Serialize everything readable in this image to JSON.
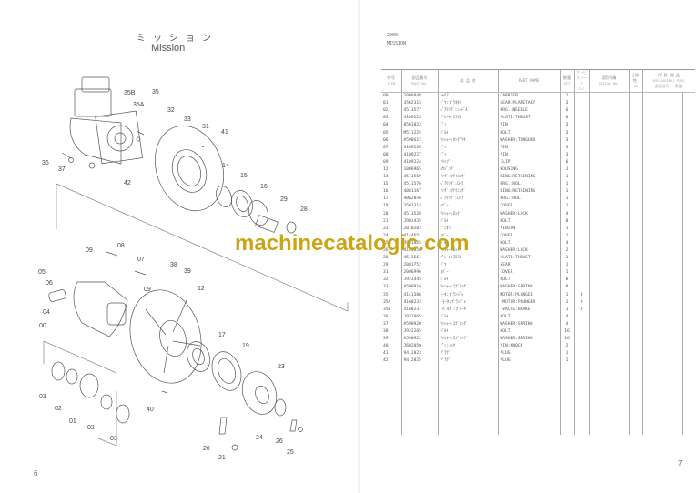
{
  "left_page": {
    "title_jp": "ミッション",
    "title_en": "Mission",
    "page_number": "6",
    "callouts": [
      "35",
      "35B",
      "35A",
      "32",
      "33",
      "31",
      "41",
      "36",
      "37",
      "42",
      "14",
      "15",
      "16",
      "29",
      "28",
      "09",
      "08",
      "07",
      "38",
      "39",
      "05",
      "06",
      "04",
      "00",
      "12",
      "03",
      "02",
      "01",
      "40",
      "17",
      "19",
      "23",
      "24",
      "26",
      "25",
      "20",
      "21"
    ]
  },
  "right_page": {
    "code": "2909",
    "section": "MISSION",
    "page_number": "7",
    "columns": {
      "item": {
        "jp": "符号",
        "en": "ITEM"
      },
      "part_no": {
        "jp": "部品番号",
        "en": "PART NO."
      },
      "jp_name": {
        "jp": "部 品 名",
        "en": ""
      },
      "part_name": {
        "jp": "",
        "en": "PART NAME"
      },
      "qty": {
        "jp": "数量",
        "en": "QTY"
      },
      "sc": {
        "jp": "サービスコード",
        "en": "S.C"
      },
      "serial": {
        "jp": "適用号機",
        "en": "SERIAL NO."
      },
      "ica": {
        "jp": "互換性",
        "en": "ICA"
      },
      "replace": {
        "jp": "代 替 部 品",
        "en": "REPLACEABLE PART"
      },
      "replace_part_no": {
        "jp": "部品番号",
        "en": "PART NO."
      },
      "replace_qty": {
        "jp": "数量",
        "en": "QTY"
      }
    },
    "rows": [
      {
        "item": "00",
        "part_no": "1006848",
        "jp_name": "ｷｬﾘｱ",
        "part_name": "CARRIER",
        "qty": "1",
        "sc": ""
      },
      {
        "item": "01",
        "part_no": "3502315",
        "jp_name": "ｷﾞﾔ:ﾌﾟﾗﾈﾀﾘ",
        "part_name": "GEAR:PLANETARY",
        "qty": "3",
        "sc": ""
      },
      {
        "item": "02",
        "part_no": "4511577",
        "jp_name": "ﾍﾞｱﾘﾝｸﾞ:ﾆｰﾄﾞﾙ",
        "part_name": "BRG.:NEEDLE",
        "qty": "6",
        "sc": ""
      },
      {
        "item": "03",
        "part_no": "4109225",
        "jp_name": "ﾌﾟﾚｰﾄ:ｽﾗｽﾄ",
        "part_name": "PLATE:THRUST",
        "qty": "6",
        "sc": ""
      },
      {
        "item": "04",
        "part_no": "8501022",
        "jp_name": "ﾋﾟﾝ",
        "part_name": "PIN",
        "qty": "3",
        "sc": ""
      },
      {
        "item": "05",
        "part_no": "M511225",
        "jp_name": "ﾎﾞﾙﾄ",
        "part_name": "BOLT",
        "qty": "3",
        "sc": ""
      },
      {
        "item": "06",
        "part_no": "A590612",
        "jp_name": "ﾜｯｼｬｰ:ﾀﾝｸﾞﾂｷ",
        "part_name": "WASHER:TONGUED",
        "qty": "3",
        "sc": ""
      },
      {
        "item": "07",
        "part_no": "4109226",
        "jp_name": "ﾋﾟﾝ",
        "part_name": "PIN",
        "qty": "3",
        "sc": ""
      },
      {
        "item": "08",
        "part_no": "4109227",
        "jp_name": "ﾋﾟﾝ",
        "part_name": "PIN",
        "qty": "3",
        "sc": ""
      },
      {
        "item": "09",
        "part_no": "4109224",
        "jp_name": "ｸﾘｯﾌﾟ",
        "part_name": "CLIP",
        "qty": "6",
        "sc": ""
      },
      {
        "item": "12",
        "part_no": "1006965",
        "jp_name": "ﾊｳｼﾞﾝｸﾞ",
        "part_name": "HOUSING",
        "qty": "1",
        "sc": ""
      },
      {
        "item": "14",
        "part_no": "4511569",
        "jp_name": "ﾘﾝｸﾞ:ﾘﾃｲﾆﾝｸﾞ",
        "part_name": "RING:RETAINING",
        "qty": "1",
        "sc": ""
      },
      {
        "item": "15",
        "part_no": "4511576",
        "jp_name": "ﾍﾞｱﾘﾝｸﾞ:ﾛｰﾗ",
        "part_name": "BRG.:ROL.",
        "qty": "1",
        "sc": ""
      },
      {
        "item": "16",
        "part_no": "4081167",
        "jp_name": "ﾘﾝｸﾞ:ﾘﾃｲﾆﾝｸﾞ",
        "part_name": "RING:RETAINING",
        "qty": "1",
        "sc": ""
      },
      {
        "item": "17",
        "part_no": "4062056",
        "jp_name": "ﾍﾞｱﾘﾝｸﾞ:ﾛｰﾗ",
        "part_name": "BRG.:ROL.",
        "qty": "1",
        "sc": ""
      },
      {
        "item": "19",
        "part_no": "3502314",
        "jp_name": "ｶﾊﾞｰ",
        "part_name": "COVER",
        "qty": "1",
        "sc": ""
      },
      {
        "item": "20",
        "part_no": "4511528",
        "jp_name": "ﾜｯｼｬｰ:ﾛｯｸ",
        "part_name": "WASHER:LOCK",
        "qty": "4",
        "sc": ""
      },
      {
        "item": "21",
        "part_no": "J901435",
        "jp_name": "ﾎﾞﾙﾄ",
        "part_name": "BOLT",
        "qty": "8",
        "sc": ""
      },
      {
        "item": "23",
        "part_no": "2010202",
        "jp_name": "ﾋﾟﾆｵﾝ",
        "part_name": "PINION",
        "qty": "1",
        "sc": ""
      },
      {
        "item": "24",
        "part_no": "4144651",
        "jp_name": "ｶﾊﾞｰ",
        "part_name": "COVER",
        "qty": "1",
        "sc": ""
      },
      {
        "item": "25",
        "part_no": "J901425",
        "jp_name": "ﾎﾞﾙﾄ",
        "part_name": "BOLT",
        "qty": "4",
        "sc": ""
      },
      {
        "item": "26",
        "part_no": "4141858",
        "jp_name": "ﾜｯｼｬｰ:ﾛｯｸ",
        "part_name": "WASHER:LOCK",
        "qty": "2",
        "sc": ""
      },
      {
        "item": "28",
        "part_no": "4513561",
        "jp_name": "ﾌﾟﾚｰﾄ:ｽﾗｽﾄ",
        "part_name": "PLATE:THRUST",
        "qty": "1",
        "sc": ""
      },
      {
        "item": "29",
        "part_no": "2001752",
        "jp_name": "ｷﾞﾔ",
        "part_name": "GEAR",
        "qty": "1",
        "sc": ""
      },
      {
        "item": "31",
        "part_no": "2006996",
        "jp_name": "ｶﾊﾞｰ",
        "part_name": "COVER",
        "qty": "1",
        "sc": ""
      },
      {
        "item": "32",
        "part_no": "J931445",
        "jp_name": "ﾎﾞﾙﾄ",
        "part_name": "BOLT",
        "qty": "8",
        "sc": ""
      },
      {
        "item": "33",
        "part_no": "A590916",
        "jp_name": "ﾜｯｼｬｰ:ｽﾌﾟﾘﾝｸﾞ",
        "part_name": "WASHER:SPRING",
        "qty": "8",
        "sc": ""
      },
      {
        "item": "35",
        "part_no": "4141386",
        "jp_name": "ﾓｰﾀ:ﾌﾟﾗﾝｼﾞｬ",
        "part_name": "MOTOR:PLUNGER",
        "qty": "1",
        "sc": "H"
      },
      {
        "item": "35A",
        "part_no": "4160232",
        "jp_name": "-ﾓｰﾀ:ﾌﾟﾗﾝｼﾞｬ",
        "part_name": "-MOTOR:PLUNGER",
        "qty": "1",
        "sc": "H"
      },
      {
        "item": "35B",
        "part_no": "4160231",
        "jp_name": "-ﾊﾞﾙﾌﾞ:ﾌﾞﾚｰｷ",
        "part_name": "-VALVE:BRAKE",
        "qty": "1",
        "sc": "H"
      },
      {
        "item": "36",
        "part_no": "J932065",
        "jp_name": "ﾎﾞﾙﾄ",
        "part_name": "BOLT",
        "qty": "4",
        "sc": ""
      },
      {
        "item": "37",
        "part_no": "A590920",
        "jp_name": "ﾜｯｼｬｰ:ｽﾌﾟﾘﾝｸﾞ",
        "part_name": "WASHER:SPRING",
        "qty": "4",
        "sc": ""
      },
      {
        "item": "38",
        "part_no": "J932265",
        "jp_name": "ﾎﾞﾙﾄ",
        "part_name": "BOLT",
        "qty": "16",
        "sc": ""
      },
      {
        "item": "39",
        "part_no": "A590922",
        "jp_name": "ﾜｯｼｬｰ:ｽﾌﾟﾘﾝｸﾞ",
        "part_name": "WASHER:SPRING",
        "qty": "16",
        "sc": ""
      },
      {
        "item": "40",
        "part_no": "J602050",
        "jp_name": "ﾋﾟﾝ:ﾉｯｸ",
        "part_name": "PIN:KNOCK",
        "qty": "2",
        "sc": ""
      },
      {
        "item": "41",
        "part_no": "94-2023",
        "jp_name": "ﾌﾟﾗｸﾞ",
        "part_name": "PLUG",
        "qty": "1",
        "sc": ""
      },
      {
        "item": "42",
        "part_no": "94-2025",
        "jp_name": "ﾌﾟﾗｸﾞ",
        "part_name": "PLUG",
        "qty": "1",
        "sc": ""
      }
    ]
  },
  "watermark": "machinecatalogic.com"
}
